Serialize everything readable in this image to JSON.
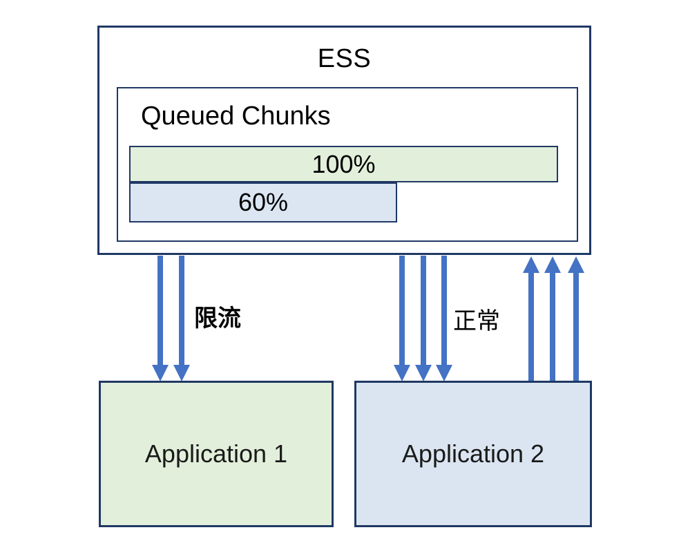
{
  "diagram": {
    "ess": {
      "title": "ESS",
      "queued_chunks": {
        "label": "Queued Chunks",
        "bars": [
          {
            "label": "100%",
            "value": 100,
            "fill": "#e2efda"
          },
          {
            "label": "60%",
            "value": 60,
            "fill": "#dce6f2"
          }
        ]
      }
    },
    "flows": [
      {
        "label": "限流",
        "direction": "down",
        "arrow_count": 2,
        "target": "Application 1",
        "emphasis": "bold"
      },
      {
        "label": "正常",
        "direction": "down",
        "arrow_count": 3,
        "target": "Application 2",
        "emphasis": "normal"
      },
      {
        "label": "",
        "direction": "up",
        "arrow_count": 3,
        "source": "Application 2"
      }
    ],
    "applications": [
      {
        "label": "Application 1",
        "fill": "#e2efda"
      },
      {
        "label": "Application 2",
        "fill": "#dbe5f1"
      }
    ],
    "colors": {
      "border": "#1f3864",
      "arrow": "#4472c4",
      "green_fill": "#e2efda",
      "blue_fill": "#dce6f2",
      "background": "#ffffff"
    }
  }
}
